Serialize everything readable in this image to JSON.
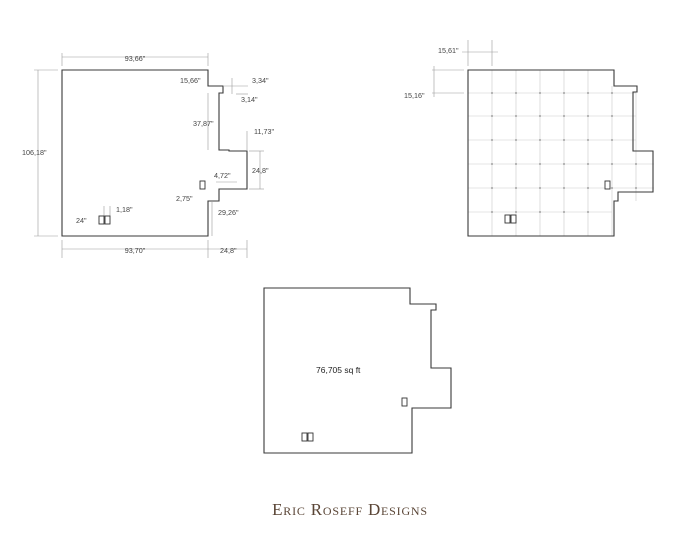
{
  "plan_dimensioned": {
    "labels": {
      "top_width": "93,66\"",
      "left_height": "106,18\"",
      "notch_top_width": "15,66\"",
      "notch_right_w": "3,34\"",
      "notch_depth": "3,14\"",
      "recess_depth": "37,87\"",
      "bump_width": "11,73\"",
      "bump_height": "24,8\"",
      "small_offset": "4,72\"",
      "door_offset": "2,75\"",
      "lower_recess": "29,26\"",
      "bottom_width": "93,70\"",
      "bottom_ext": "24,8\"",
      "inner_left": "24\"",
      "inner_small": "1,18\""
    }
  },
  "plan_grid": {
    "labels": {
      "tile_width": "15,61\"",
      "tile_height": "15,16\""
    }
  },
  "plan_area": {
    "area_label": "76,705 sq ft"
  },
  "brand": {
    "name": "Eric Roseff Designs"
  }
}
